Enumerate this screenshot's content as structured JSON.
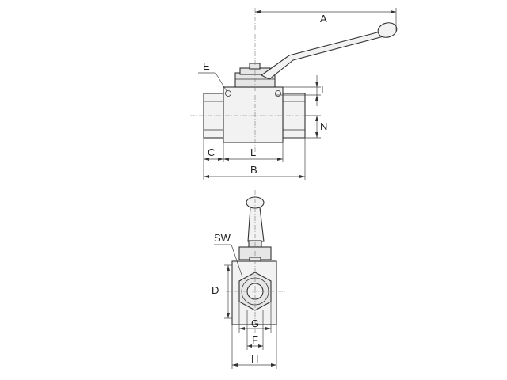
{
  "labels": {
    "A": "A",
    "B": "B",
    "C": "C",
    "D": "D",
    "E": "E",
    "F": "F",
    "G": "G",
    "H": "H",
    "I": "I",
    "L": "L",
    "N": "N",
    "SW": "SW"
  }
}
